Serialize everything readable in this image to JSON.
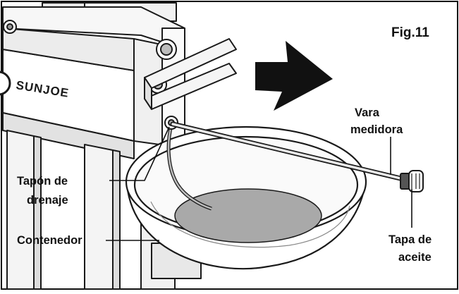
{
  "figure": {
    "label": "Fig.11",
    "brand_text": "SUNJOE",
    "callouts": {
      "dipstick": [
        "Vara",
        "medidora"
      ],
      "drain_plug": [
        "Tapón de",
        "drenaje"
      ],
      "container": "Contenedor",
      "oil_cap": [
        "Tapa de",
        "aceite"
      ]
    },
    "colors": {
      "oil": "#a9a9a9",
      "metal": "#ffffff",
      "outline": "#1a1a1a",
      "arrow": "#111111"
    }
  }
}
